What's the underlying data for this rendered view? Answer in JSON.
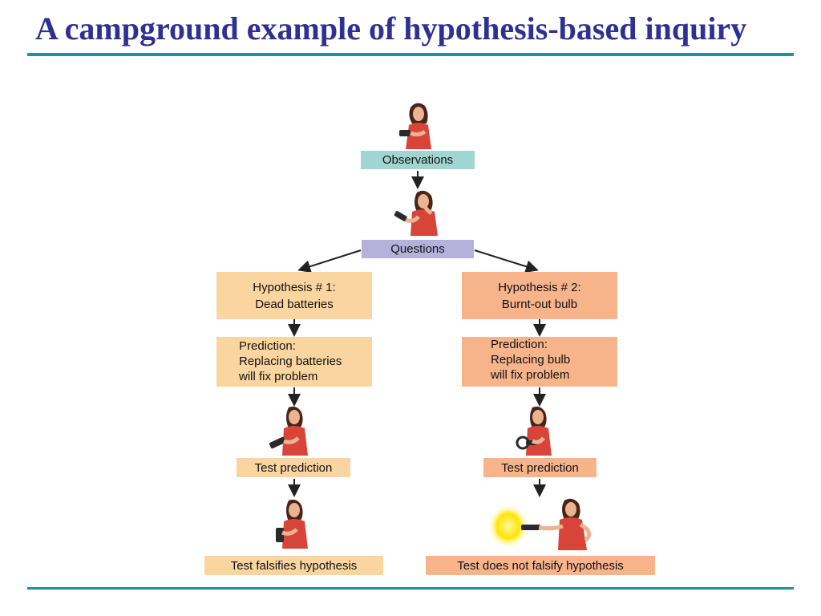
{
  "slide": {
    "title": "A campground example of hypothesis-based inquiry"
  },
  "diagram": {
    "observations": "Observations",
    "questions": "Questions",
    "hypothesis_1": [
      "Hypothesis # 1:",
      "Dead batteries"
    ],
    "hypothesis_2": [
      "Hypothesis # 2:",
      "Burnt-out bulb"
    ],
    "prediction_1": [
      "Prediction:",
      "Replacing batteries",
      "will fix problem"
    ],
    "prediction_2": [
      "Prediction:",
      "Replacing bulb",
      "will fix problem"
    ],
    "test_1": "Test prediction",
    "test_2": "Test prediction",
    "result_1": "Test falsifies hypothesis",
    "result_2": "Test does not falsify hypothesis"
  },
  "colors": {
    "title": "#2e3192",
    "rule": "#14979b",
    "observations_box": "#9fd6d2",
    "questions_box": "#b6b1da",
    "left_branch_box": "#fbd5a0",
    "right_branch_box": "#f7b48b"
  }
}
